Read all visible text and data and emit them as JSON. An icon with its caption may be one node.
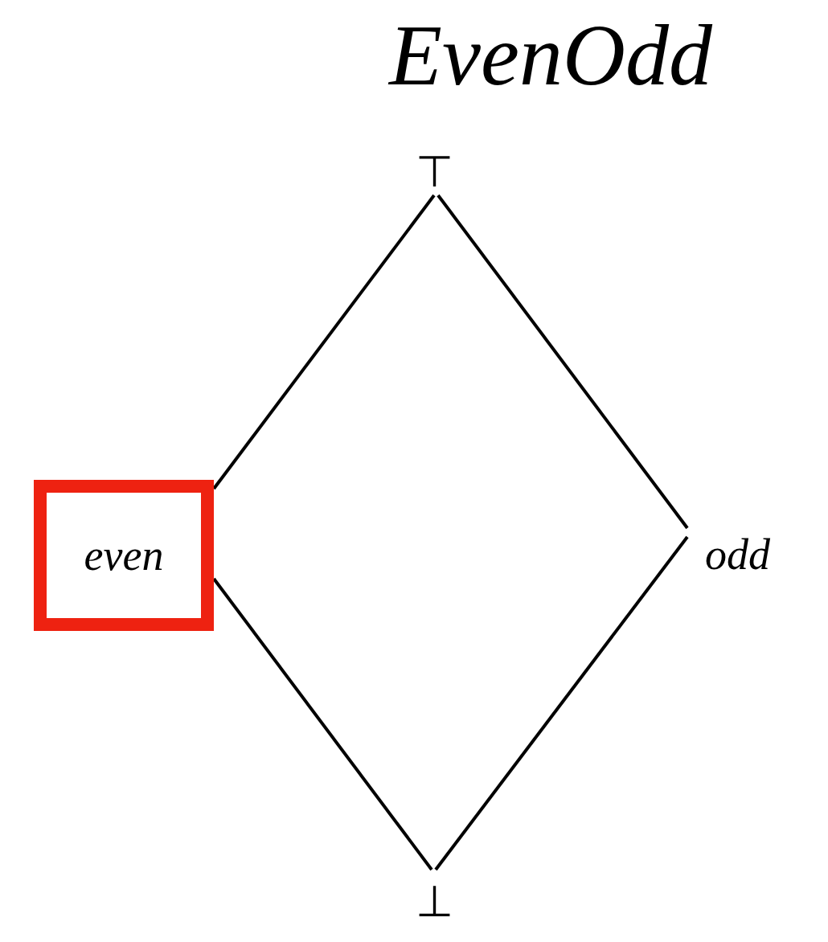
{
  "diagram": {
    "title": "EvenOdd",
    "nodes": [
      {
        "text": [
          "⊤"
        ]
      },
      {
        "text": [
          "even"
        ]
      },
      {
        "text": [
          "odd"
        ]
      },
      {
        "text": [
          "⊥"
        ]
      }
    ],
    "edges": [
      {
        "from": 0,
        "to": 1,
        "arrow": "none"
      },
      {
        "from": 0,
        "to": 2,
        "arrow": "none"
      },
      {
        "from": 1,
        "to": 3,
        "arrow": "none"
      },
      {
        "from": 2,
        "to": 3,
        "arrow": "none"
      }
    ]
  }
}
